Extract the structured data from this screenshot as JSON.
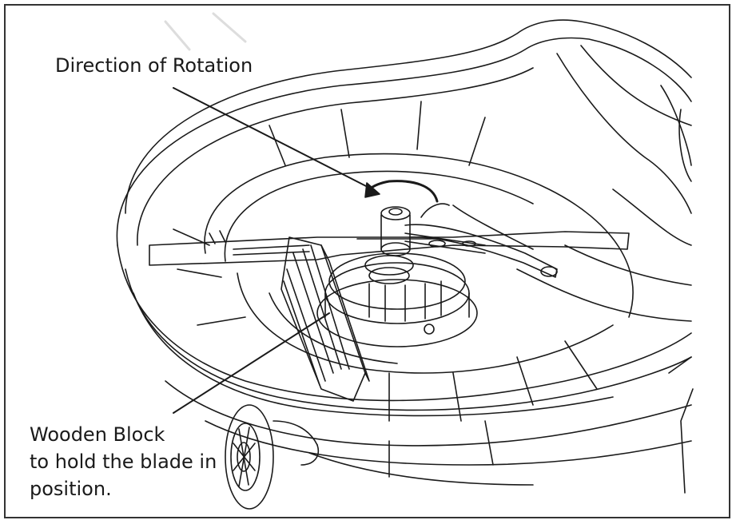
{
  "labels": {
    "direction_of_rotation": "Direction of Rotation",
    "wooden_block_line1": "Wooden Block",
    "wooden_block_line2": "to hold the blade in",
    "wooden_block_line3": "position."
  },
  "colors": {
    "line": "#1a1a1a",
    "background": "#ffffff",
    "frame": "#333333"
  }
}
